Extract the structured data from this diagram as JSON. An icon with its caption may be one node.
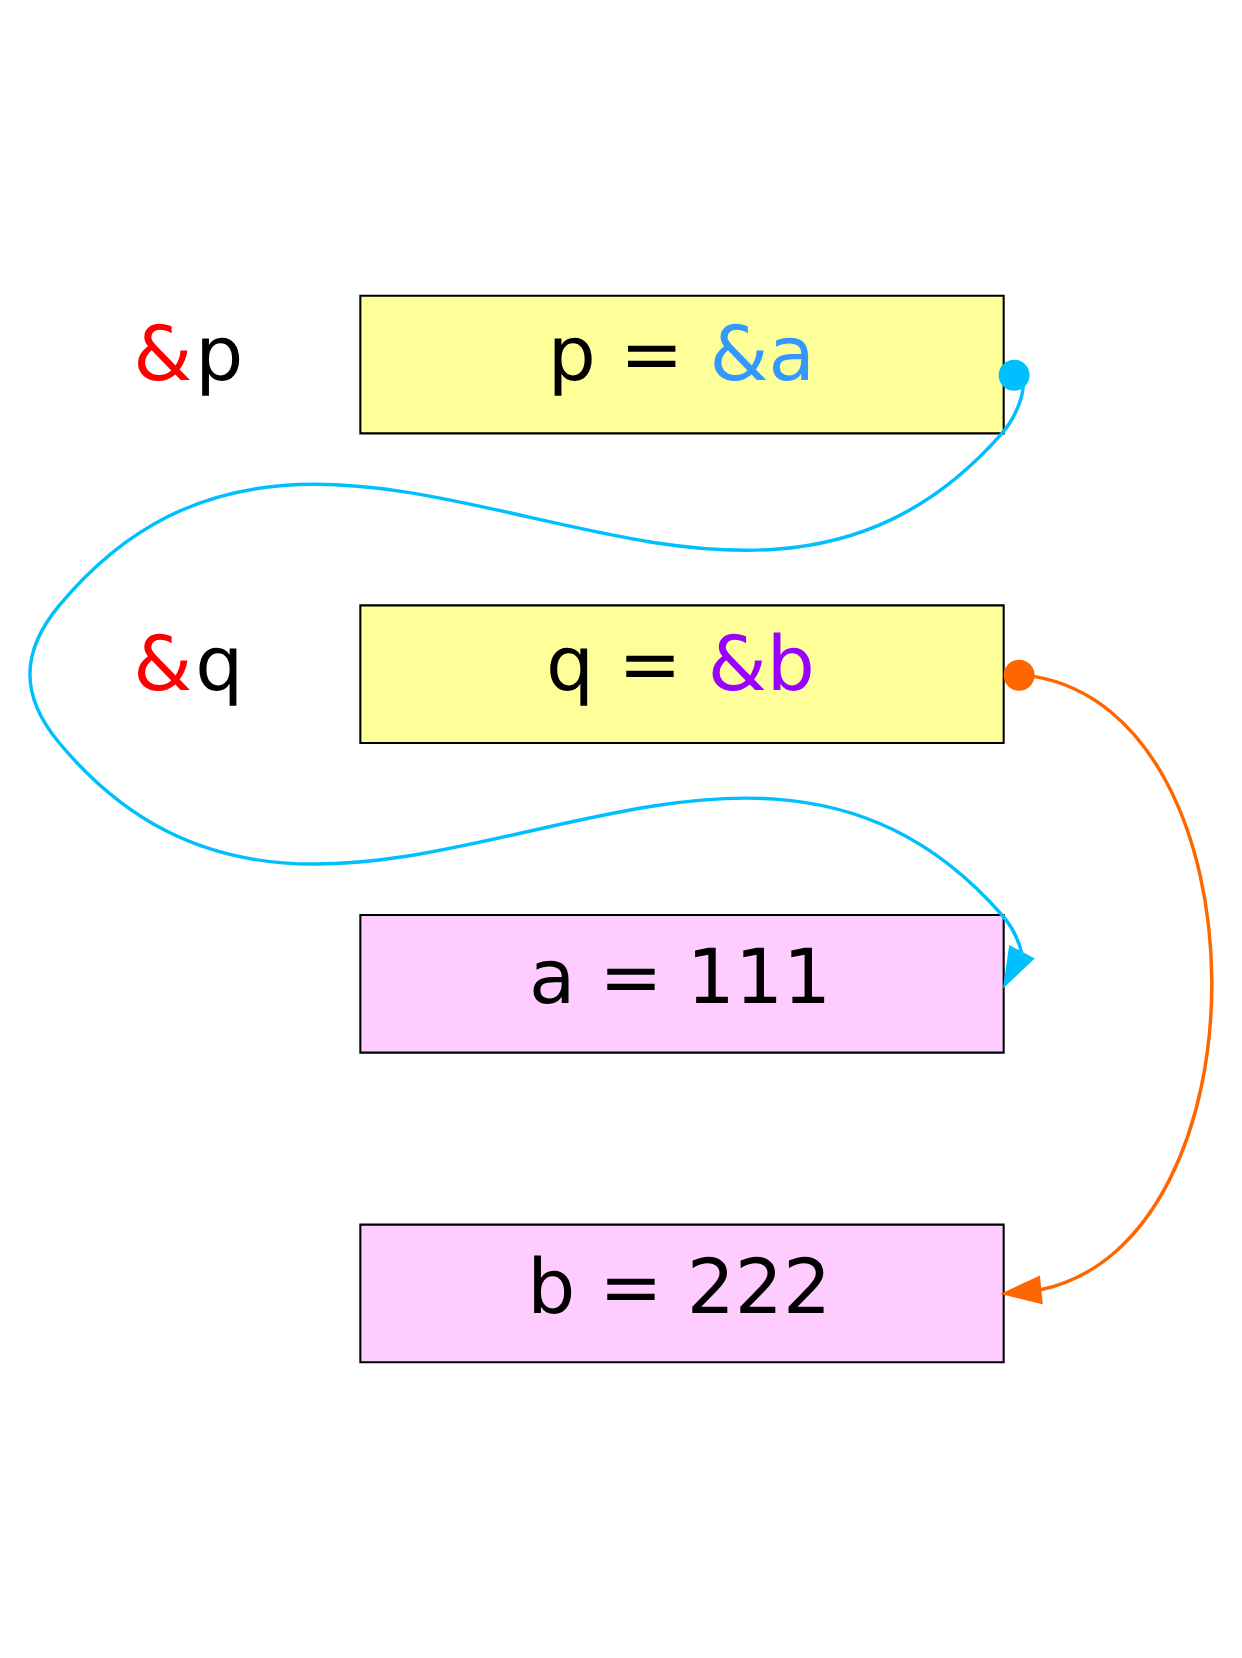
{
  "diagram": {
    "nodes": [
      {
        "text": [
          "p = &a"
        ],
        "beside": [
          "&p"
        ]
      },
      {
        "text": [
          "q = &b"
        ],
        "beside": [
          "&q"
        ]
      },
      {
        "text": [
          "a = 111"
        ]
      },
      {
        "text": [
          "b = 222"
        ]
      }
    ],
    "edges": [
      {
        "from": 0,
        "to": 2,
        "arrow": "to",
        "color": "#00bfff"
      },
      {
        "from": 1,
        "to": 3,
        "arrow": "to",
        "color": "#ff6600"
      }
    ]
  }
}
